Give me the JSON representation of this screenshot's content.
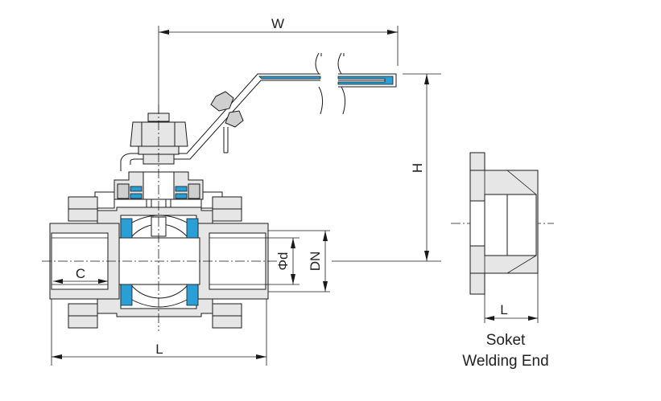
{
  "colors": {
    "seal": "#2a9fd6",
    "body": "#e6e6e6",
    "line": "#1a1a1a"
  },
  "dimensions": {
    "width": "W",
    "height": "H",
    "length": "L",
    "thread": "C",
    "bore": "Φd",
    "nominal": "DN",
    "socket_length": "L"
  },
  "caption": {
    "line1": "Soket",
    "line2": "Welding End"
  }
}
